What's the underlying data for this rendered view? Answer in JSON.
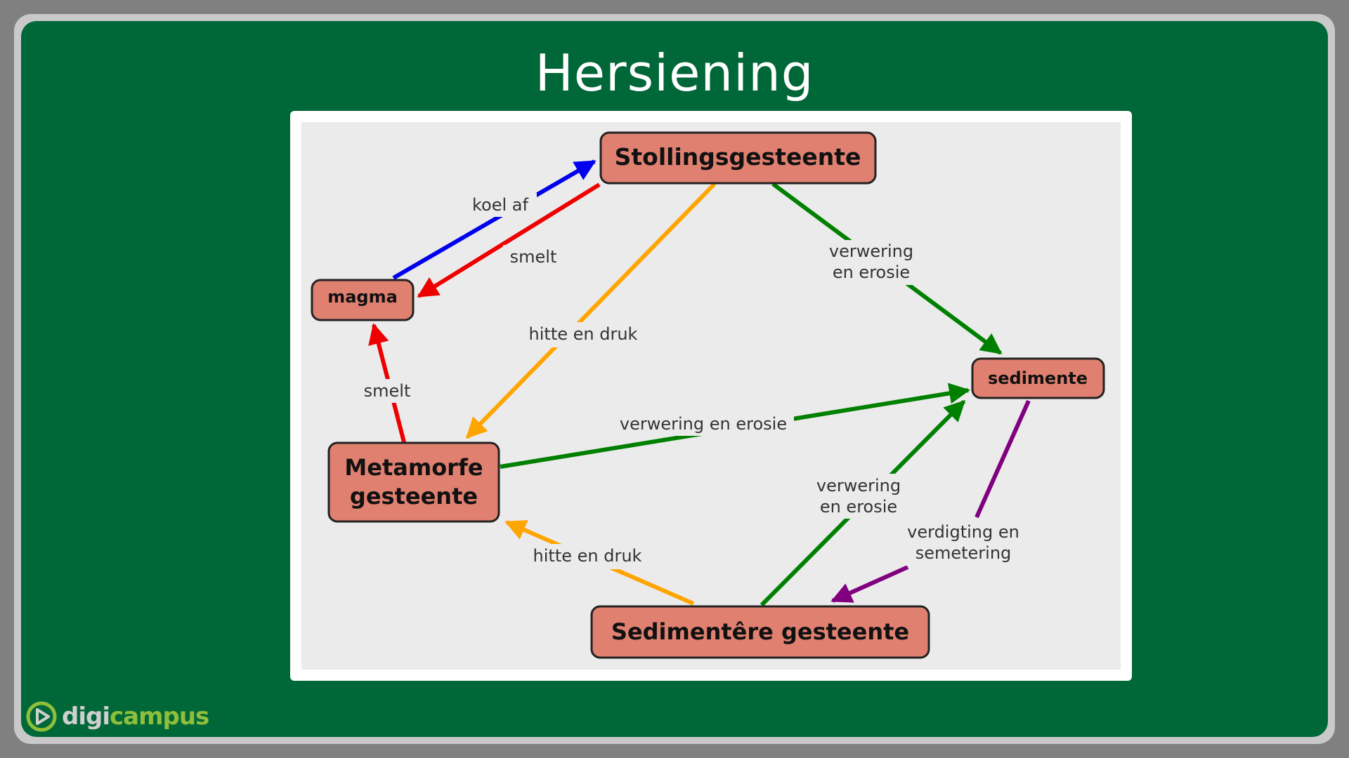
{
  "title": "Hersiening",
  "nodes": {
    "stollings": "Stollingsgesteente",
    "magma": "magma",
    "sedimente": "sedimente",
    "metamorfe_1": "Metamorfe",
    "metamorfe_2": "gesteente",
    "sedimentere": "Sedimentêre gesteente"
  },
  "edges": {
    "koel_af": "koel af",
    "smelt_top": "smelt",
    "smelt_left": "smelt",
    "hitte_druk_top": "hitte en druk",
    "verwering_top_1": "verwering",
    "verwering_top_2": "en erosie",
    "verwering_mid": "verwering en erosie",
    "verwering_bottom_1": "verwering",
    "verwering_bottom_2": "en erosie",
    "verdigting_1": "verdigting en",
    "verdigting_2": "semetering",
    "hitte_druk_bottom": "hitte en druk"
  },
  "colors": {
    "slide_bg": "#006838",
    "node_fill": "#e08070",
    "blue": "#0000ee",
    "red": "#ee0000",
    "orange": "#ffa500",
    "green": "#008000",
    "purple": "#800080"
  },
  "logo": {
    "digi": "digi",
    "campus": "campus",
    "icon": "play-circle-icon"
  }
}
